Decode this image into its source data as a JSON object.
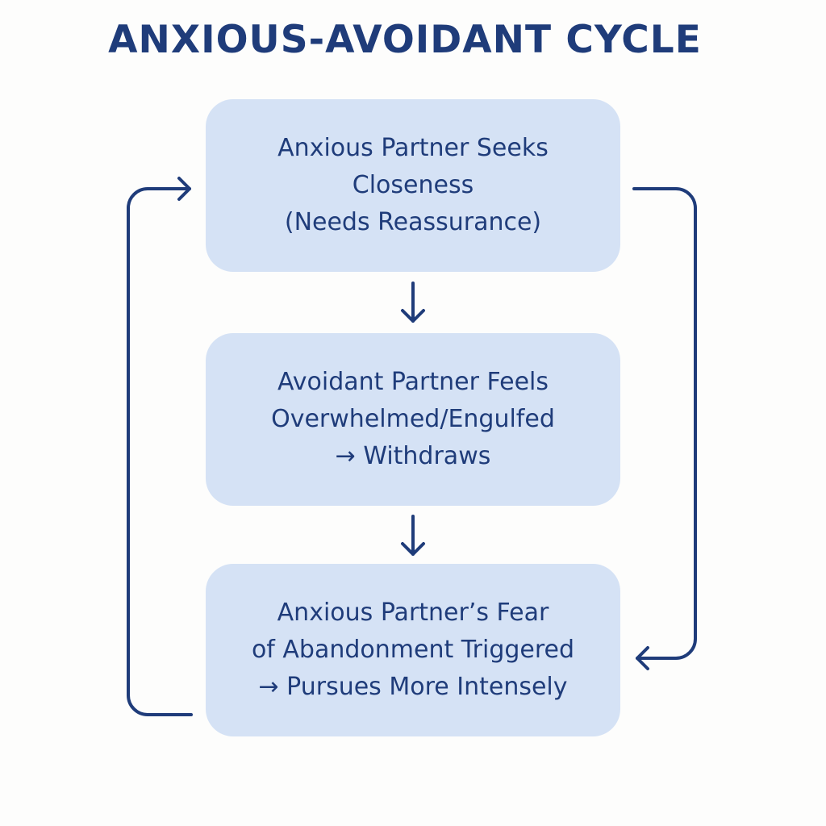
{
  "title": "ANXIOUS-AVOIDANT CYCLE",
  "steps": [
    {
      "lines": [
        "Anxious Partner Seeks",
        "Closeness",
        "(Needs Reassurance)"
      ]
    },
    {
      "lines": [
        "Avoidant Partner Feels",
        "Overwhelmed/Engulfed",
        "→ Withdraws"
      ]
    },
    {
      "lines": [
        "Anxious Partner’s Fear",
        "of Abandonment Triggered",
        "→ Pursues More Intensely"
      ]
    }
  ],
  "colors": {
    "text": "#1f3c7a",
    "box_fill": "#d5e2f5",
    "arrow": "#1f3c7a",
    "background": "#fdfdfc"
  }
}
